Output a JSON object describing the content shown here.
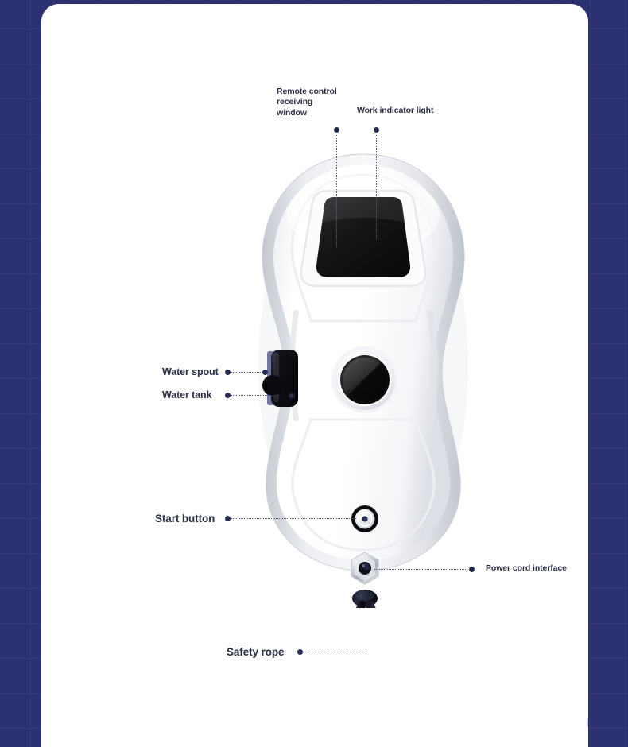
{
  "page": {
    "background_color": "#2a3070",
    "card_color": "#ffffff",
    "watermark": "om"
  },
  "product": {
    "type": "window-cleaning-robot",
    "body_color": "#ffffff",
    "accent_color": "#262b52",
    "rim_color": "#d9dce3"
  },
  "callouts": [
    {
      "id": "remote-control-receiving-window",
      "label": "Remote control\nreceiving\nwindow",
      "position": "top-left",
      "leader": "vertical"
    },
    {
      "id": "work-indicator-light",
      "label": "Work indicator light",
      "position": "top-right",
      "leader": "vertical"
    },
    {
      "id": "water-spout",
      "label": "Water spout",
      "position": "left",
      "leader": "horizontal"
    },
    {
      "id": "water-tank",
      "label": "Water tank",
      "position": "left",
      "leader": "horizontal"
    },
    {
      "id": "start-button",
      "label": "Start button",
      "position": "left",
      "leader": "horizontal"
    },
    {
      "id": "power-cord-interface",
      "label": "Power cord interface",
      "position": "right",
      "leader": "horizontal"
    },
    {
      "id": "safety-rope",
      "label": "Safety rope",
      "position": "left",
      "leader": "horizontal"
    }
  ]
}
